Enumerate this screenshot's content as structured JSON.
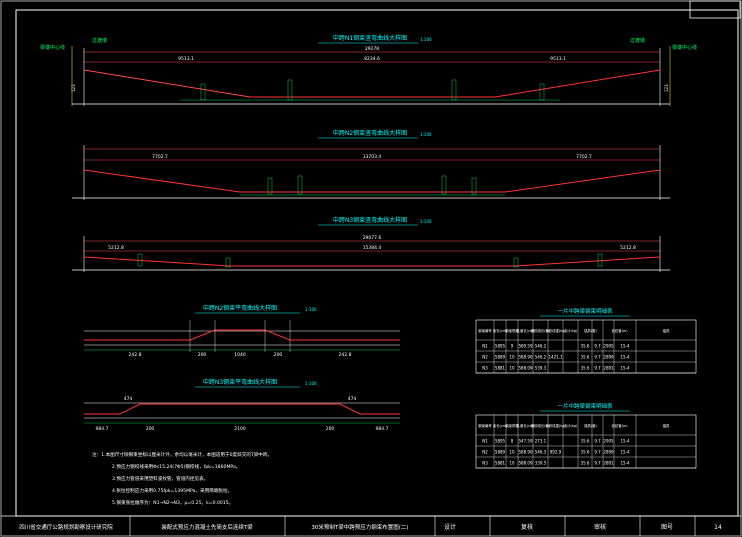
{
  "drawing": {
    "labels": {
      "left_top_a": "梁端中心线",
      "left_top_b": "过渡墩",
      "right_top_a": "过渡墩",
      "right_top_b": "梁端中心线"
    },
    "elevation_titles": [
      "中跨N1钢束竖弯曲线大样图",
      "中跨N2钢束竖弯曲线大样图",
      "中跨N3钢束竖弯曲线大样图"
    ],
    "elevation_scale": "1:100",
    "plan_titles": [
      "中跨N2钢束平弯曲线大样图",
      "中跨N3钢束平弯曲线大样图"
    ],
    "plan_scale": "1:100",
    "v1_dims": {
      "total": "29278",
      "left": "9513.1",
      "mid": "8234.6",
      "right": "9513.1"
    },
    "v2_dims": {
      "left": "7702.7",
      "mid": "13703.4",
      "right": "7702.7"
    },
    "v3_dims": {
      "total": "29077.6",
      "left": "5212.8",
      "mid": "15384.4",
      "right": "5212.8"
    },
    "plan1_dims": [
      "242.8",
      "200",
      "1040",
      "200",
      "242.8"
    ],
    "plan2_dims": [
      "984.7",
      "474",
      "200",
      "2100",
      "200",
      "474",
      "984.7"
    ]
  },
  "table1": {
    "title": "一片中跨梁钢束明细表",
    "headers": [
      "钢束编号",
      "束长(cm)",
      "钢束规格",
      "孔道长(cm)",
      "钢绞线长(m)",
      "钢绞线重(kg)",
      "合计(kg)",
      "锚具(套)",
      "波纹管(m)",
      "锚具"
    ],
    "rows": [
      [
        "N1",
        "5895",
        "9",
        "589.59",
        "546.2",
        "",
        "",
        "35.6",
        "9.7",
        "2905",
        "15-4"
      ],
      [
        "N2",
        "5889",
        "10",
        "588.90",
        "546.2",
        "1421.1",
        "",
        "35.6",
        "9.7",
        "2899",
        "15-4"
      ],
      [
        "N3",
        "5881",
        "10",
        "588.09",
        "539.3",
        "",
        "",
        "35.6",
        "9.7",
        "2891",
        "15-4"
      ]
    ]
  },
  "table2": {
    "title": "一片中跨梁钢束明细表",
    "headers": [
      "钢束编号",
      "束长(cm)",
      "钢束规格",
      "孔道长(cm)",
      "钢绞线长(m)",
      "钢绞线重(kg)",
      "合计(kg)",
      "锚具(套)",
      "波纹管(m)",
      "锚具"
    ],
    "rows": [
      [
        "N1",
        "5895",
        "8",
        "547.59",
        "273.1",
        "",
        "",
        "35.6",
        "9.7",
        "2905",
        "15-4"
      ],
      [
        "N2",
        "5889",
        "10",
        "588.90",
        "546.3",
        "992.9",
        "",
        "35.6",
        "9.7",
        "2899",
        "15-4"
      ],
      [
        "N3",
        "5881",
        "10",
        "588.09",
        "339.5",
        "",
        "",
        "35.6",
        "9.7",
        "2891",
        "15-4"
      ]
    ]
  },
  "notes": [
    "注：1.本图尺寸除钢束坐标以厘米计外，余均以毫米计，本图适用于0度斜交的T梁中跨。",
    "2.预应力钢绞线采用Φs15.24(7Φ5)钢绞线，fpk=1860MPa。",
    "3.预应力管道采用塑料波纹管，管道内径见表。",
    "4.张拉控制应力采用0.75fpk=1395MPa，采用两端张拉。",
    "5.钢束张拉顺序为：N1→N2→N3，μ=0.25，k=0.0015。"
  ],
  "title_block": {
    "org": "四川省交通厅公路规划勘察设计研究院",
    "project": "装配式预应力混凝土先简支后连续T梁",
    "drawing": "30米预制T梁中跨预应力钢束布置图(二)",
    "design": "设计",
    "review": "复核",
    "approve": "审核",
    "sheet_label": "图号",
    "sheet_no": "14"
  }
}
